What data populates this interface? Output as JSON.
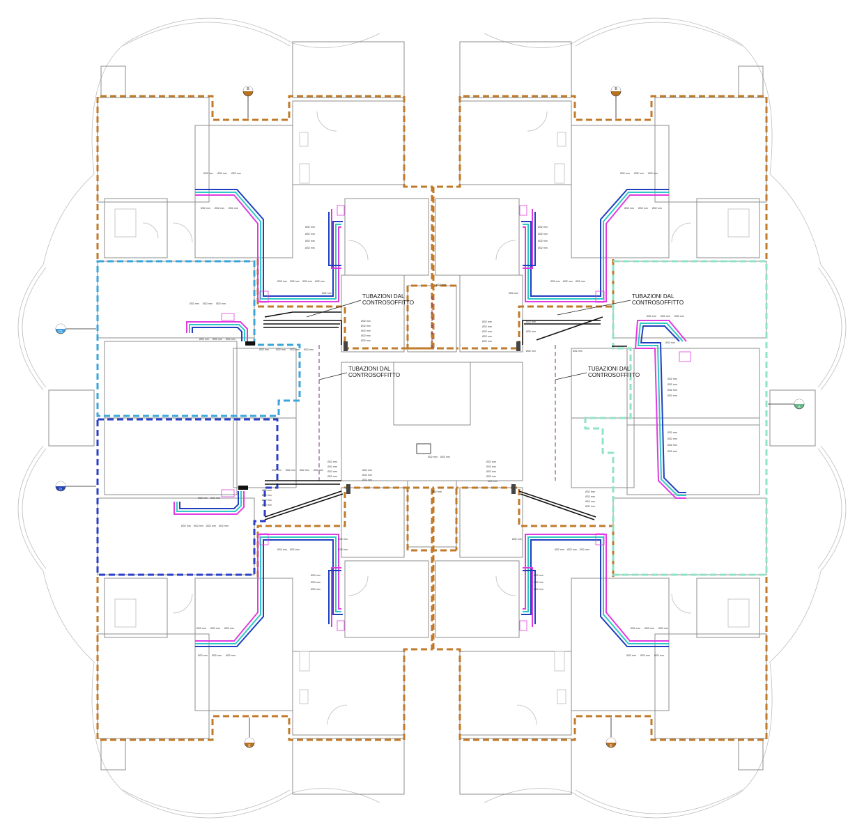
{
  "notes": {
    "nw": "TUBAZIONI DAL CONTROSOFFITTO",
    "mid_left": "TUBAZIONI DAL CONTROSOFFITTO",
    "ne": "TUBAZIONI DAL CONTROSOFFITTO",
    "mid_right": "TUBAZIONI DAL CONTROSOFFITTO",
    "line1": "TUBAZIONI DAL",
    "line2": "CONTROSOFFITTO"
  },
  "pipe_label": "Ø32 mm",
  "markers": {
    "north_left": "B",
    "north_right": "B",
    "west_upper": "C1",
    "west_lower": "D",
    "east": "A",
    "south_left": "E",
    "south_right": "E"
  },
  "colors": {
    "zone_orange": "#c07a2a",
    "zone_cyan": "#3aa6d9",
    "zone_blue": "#2a3fc9",
    "zone_mint": "#8fe3c6",
    "pipe_magenta": "#e13be0",
    "pipe_cyan": "#2ec9c4",
    "pipe_blue": "#1f3fbf",
    "pipe_black": "#111111",
    "marker_orange": "#b8721f",
    "marker_blue": "#2344b8",
    "marker_light_blue": "#3fa0e0",
    "marker_green": "#68b98a"
  }
}
